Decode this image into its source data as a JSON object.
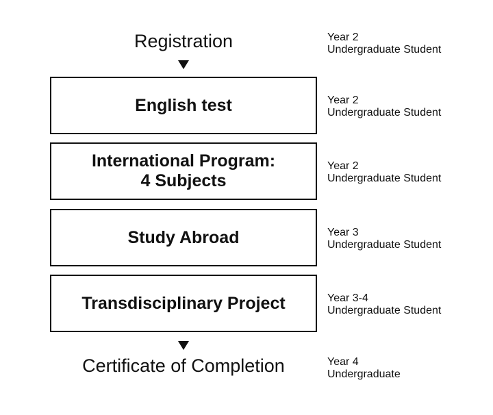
{
  "start_step": "Registration",
  "steps": [
    {
      "label": "English test"
    },
    {
      "label": "International Program:\n4 Subjects"
    },
    {
      "label": "Study Abroad"
    },
    {
      "label": "Transdisciplinary Project"
    }
  ],
  "end_step": "Certificate of Completion",
  "notes": [
    {
      "year": "Year 2",
      "level": "Undergraduate Student"
    },
    {
      "year": "Year 2",
      "level": "Undergraduate Student"
    },
    {
      "year": "Year 2",
      "level": "Undergraduate Student"
    },
    {
      "year": "Year 3",
      "level": "Undergraduate Student"
    },
    {
      "year": "Year 3-4",
      "level": "Undergraduate Student"
    },
    {
      "year": "Year 4",
      "level": "Undergraduate"
    }
  ]
}
